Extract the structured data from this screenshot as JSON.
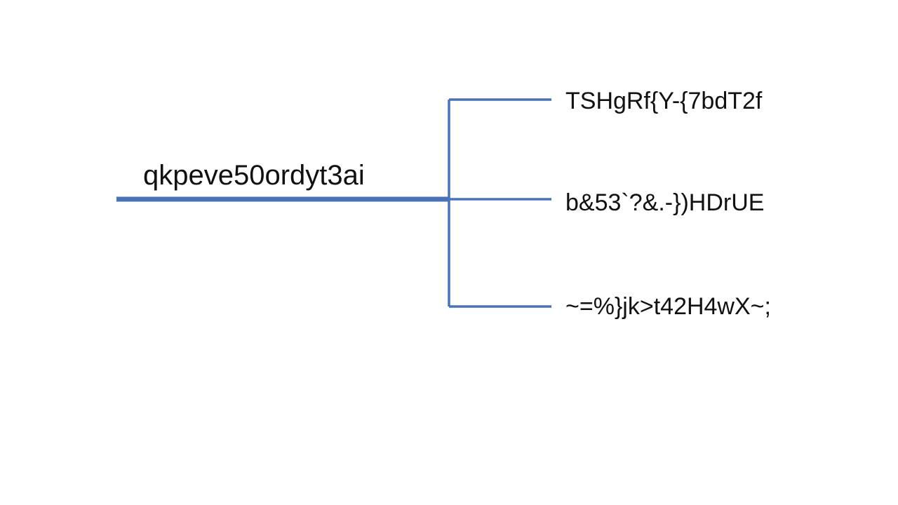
{
  "diagram": {
    "root": {
      "label": "qkpeve50ordyt3ai"
    },
    "children": [
      {
        "label": "TSHgRf{Y-{7bdT2f"
      },
      {
        "label": "b&53`?&.-})HDrUE"
      },
      {
        "label": "~=%}jk>t42H4wX~;"
      }
    ]
  },
  "colors": {
    "line": "#4a72b6",
    "text": "#111111",
    "background": "#ffffff"
  }
}
